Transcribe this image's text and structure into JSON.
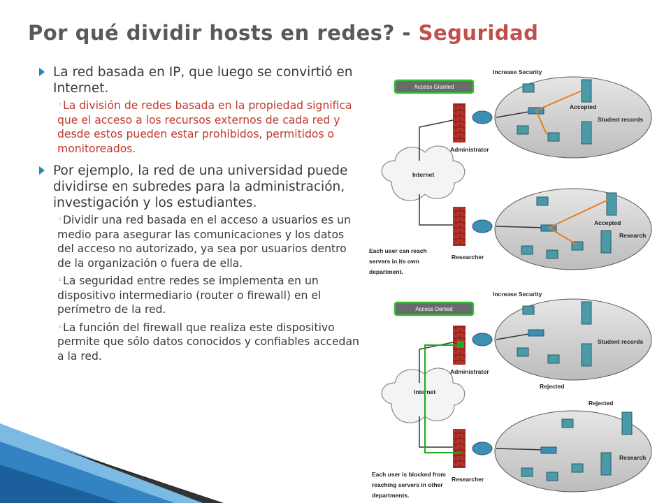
{
  "slide": {
    "title_main": "Por qué dividir hosts en redes? -",
    "title_accent": "Seguridad",
    "bullets": [
      {
        "text": "La red basada en IP, que luego se convirtió en Internet.",
        "subs": [
          {
            "text": "La división de redes basada en la propiedad significa que el acceso a los recursos externos de cada red y desde estos pueden estar prohibidos, permitidos o monitoreados."
          }
        ]
      },
      {
        "text": "Por ejemplo, la red de una universidad puede dividirse en subredes para la administración, investigación y los estudiantes.",
        "subs": [
          {
            "text": "Dividir una red basada en el acceso a usuarios es un medio para asegurar las comunicaciones y los datos del acceso no autorizado, ya sea por usuarios dentro de la organización o fuera de ella."
          },
          {
            "text": "La seguridad entre redes se implementa en un dispositivo intermediario (router o firewall) en el perímetro de la red."
          },
          {
            "text": " La función del firewall que realiza este dispositivo permite que sólo datos conocidos y confiables accedan a la red."
          }
        ]
      }
    ]
  },
  "diagram_top": {
    "header": "Increase Security",
    "badge": "Access Granted",
    "cloud": "Internet",
    "admin": "Administrator",
    "researcher": "Researcher",
    "accepted_1": "Accepted",
    "student_records": "Student records",
    "accepted_2": "Accepted",
    "research": "Research",
    "note_1": "Each user can reach",
    "note_2": "servers in its own",
    "note_3": "department."
  },
  "diagram_bottom": {
    "header": "Increase Security",
    "badge": "Access Denied",
    "cloud": "Internet",
    "admin": "Administrator",
    "researcher": "Researcher",
    "student_records": "Student records",
    "rejected_1": "Rejected",
    "rejected_2": "Rejected",
    "research": "Research",
    "note_1": "Each user is blocked from",
    "note_2": "reaching servers in other",
    "note_3": "departments."
  },
  "colors": {
    "accent_title": "#c0504d",
    "bullet_arrow": "#2c7fb8",
    "red_text": "#c0392b",
    "allowed_path": "#e67e22",
    "blocked_path": "#22aa22"
  }
}
